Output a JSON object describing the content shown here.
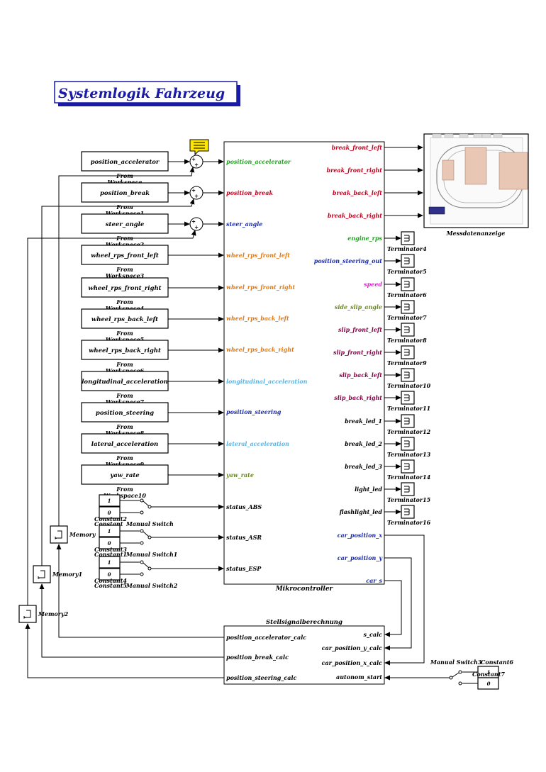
{
  "title": "Systemlogik Fahrzeug",
  "colors": {
    "title": "#1a1aa8",
    "red": "#c0001c",
    "green": "#22a022",
    "blue": "#1a2aa8",
    "orange": "#e07b18",
    "lightblue": "#5ab4e6",
    "olive": "#6a8a1e",
    "magenta": "#e022d2",
    "purple": "#8a0048",
    "annotation": "#ffe600"
  },
  "from_workspace_label": "From",
  "sources": [
    {
      "name": "position_accelerator",
      "block": "Workspace"
    },
    {
      "name": "position_break",
      "block": "Workspace1"
    },
    {
      "name": "steer_angle",
      "block": "Workspace2"
    },
    {
      "name": "wheel_rps_front_left",
      "block": "Workspace3"
    },
    {
      "name": "wheel_rps_front_right",
      "block": "Workspace4"
    },
    {
      "name": "wheel_rps_back_left",
      "block": "Workspace5"
    },
    {
      "name": "wheel_rps_back_right",
      "block": "Workspace6"
    },
    {
      "name": "longitudinal_acceleration",
      "block": "Workspace7"
    },
    {
      "name": "position_steering",
      "block": "Workspace8"
    },
    {
      "name": "lateral_acceleration",
      "block": "Workspace9"
    },
    {
      "name": "yaw_rate",
      "block": "Workspace10"
    }
  ],
  "sum_signs": "+\n+",
  "mikro": {
    "name": "Mikrocontroller",
    "inputs": [
      {
        "label": "position_accelerator",
        "color": "green"
      },
      {
        "label": "position_break",
        "color": "red"
      },
      {
        "label": "steer_angle",
        "color": "blue"
      },
      {
        "label": "wheel_rps_front_left",
        "color": "orange"
      },
      {
        "label": "wheel_rps_front_right",
        "color": "orange"
      },
      {
        "label": "wheel_rps_back_left",
        "color": "orange"
      },
      {
        "label": "wheel_rps_back_right",
        "color": "orange"
      },
      {
        "label": "longitudinal_acceleration",
        "color": "lightblue"
      },
      {
        "label": "position_steering",
        "color": "blue"
      },
      {
        "label": "lateral_acceleration",
        "color": "lightblue"
      },
      {
        "label": "yaw_rate",
        "color": "olive"
      },
      {
        "label": "status_ABS",
        "color": "black"
      },
      {
        "label": "status_ASR",
        "color": "black"
      },
      {
        "label": "status_ESP",
        "color": "black"
      }
    ],
    "outputs": [
      {
        "label": "break_front_left",
        "color": "red"
      },
      {
        "label": "break_front_right",
        "color": "red"
      },
      {
        "label": "break_back_left",
        "color": "red"
      },
      {
        "label": "break_back_right",
        "color": "red"
      },
      {
        "label": "engine_rps",
        "color": "green",
        "terminator": "Terminator4"
      },
      {
        "label": "position_steering_out",
        "color": "blue",
        "terminator": "Terminator5"
      },
      {
        "label": "speed",
        "color": "magenta",
        "terminator": "Terminator6"
      },
      {
        "label": "side_slip_angle",
        "color": "olive",
        "terminator": "Terminator7"
      },
      {
        "label": "slip_front_left",
        "color": "purple",
        "terminator": "Terminator8"
      },
      {
        "label": "slip_front_right",
        "color": "purple",
        "terminator": "Terminator9"
      },
      {
        "label": "slip_back_left",
        "color": "purple",
        "terminator": "Terminator10"
      },
      {
        "label": "slip_back_right",
        "color": "purple",
        "terminator": "Terminator11"
      },
      {
        "label": "break_led_1",
        "color": "black",
        "terminator": "Terminator12"
      },
      {
        "label": "break_led_2",
        "color": "black",
        "terminator": "Terminator13"
      },
      {
        "label": "break_led_3",
        "color": "black",
        "terminator": "Terminator14"
      },
      {
        "label": "light_led",
        "color": "black",
        "terminator": "Terminator15"
      },
      {
        "label": "flashlight_led",
        "color": "black",
        "terminator": "Terminator16"
      },
      {
        "label": "car_position_x",
        "color": "blue"
      },
      {
        "label": "car_position_y",
        "color": "blue"
      },
      {
        "label": "car_s",
        "color": "blue"
      }
    ]
  },
  "display": {
    "name": "Messdatenanzeige"
  },
  "switch_groups": [
    {
      "switch": "Manual Switch",
      "c_top": "Constant2",
      "c_bottom": "Constant",
      "v_top": "1",
      "v_bottom": "0"
    },
    {
      "switch": "Manual Switch1",
      "c_top": "Constant3",
      "c_bottom": "Constant1",
      "v_top": "1",
      "v_bottom": "0"
    },
    {
      "switch": "Manual Switch2",
      "c_top": "Constant4",
      "c_bottom": "Constant5",
      "v_top": "1",
      "v_bottom": "0"
    }
  ],
  "memories": [
    "Memory",
    "Memory1",
    "Memory2"
  ],
  "stell": {
    "name": "Stellsignalberechnung",
    "inputs": [
      "position_accelerator_calc",
      "position_break_calc",
      "position_steering_calc"
    ],
    "outputs": [
      "s_calc",
      "car_position_y_calc",
      "car_position_x_calc",
      "autonom_start"
    ]
  },
  "switch3": {
    "switch": "Manual Switch3",
    "constant_top": "Constant6",
    "constant_side": "Constant7",
    "v_top": "1",
    "v_bottom": "0"
  }
}
